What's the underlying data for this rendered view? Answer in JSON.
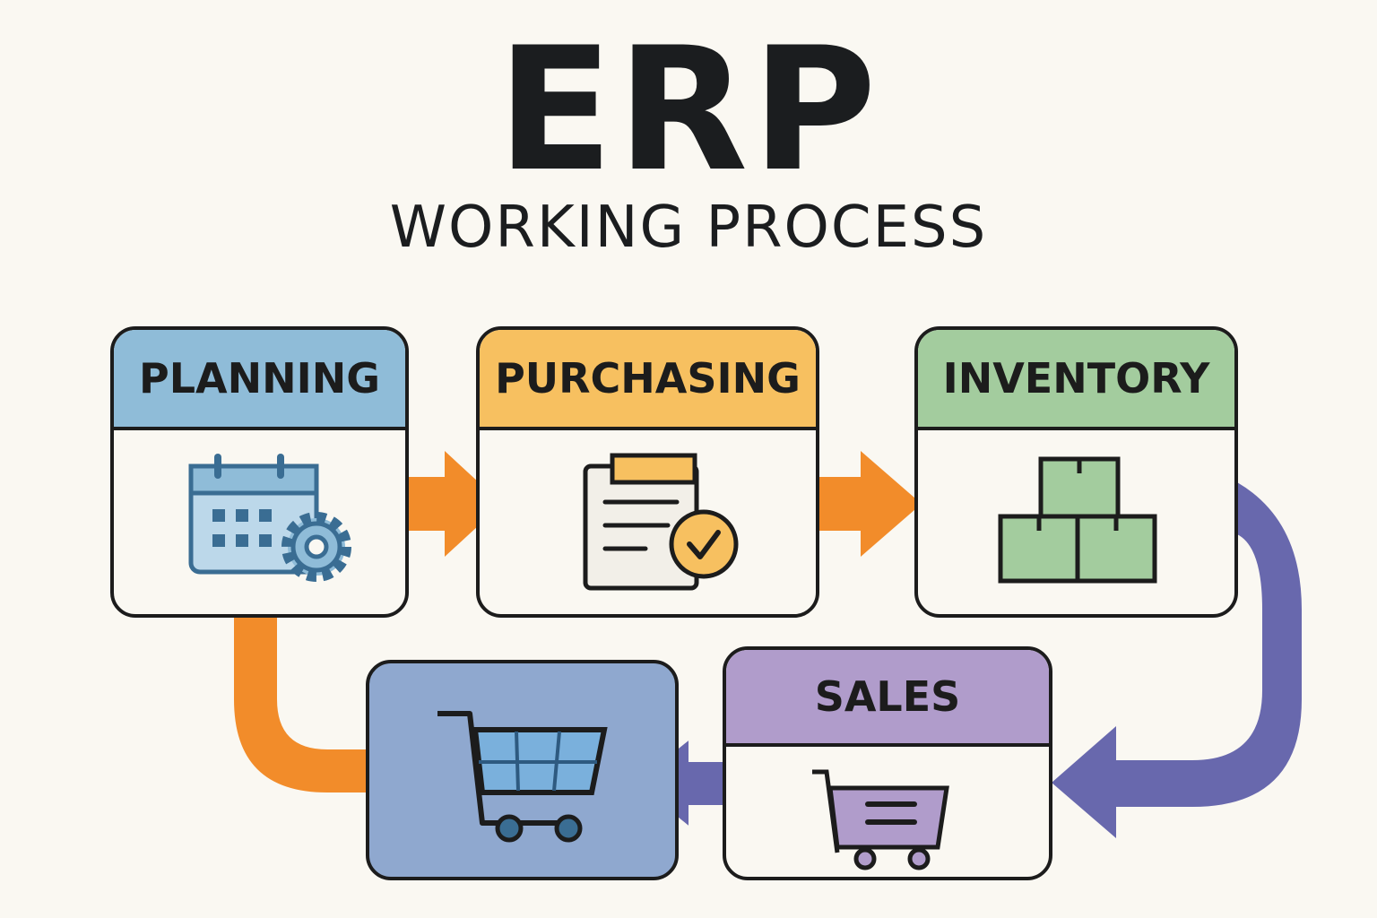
{
  "title": "ERP",
  "subtitle": "WORKING PROCESS",
  "steps": [
    {
      "label": "PLANNING",
      "color": "#8fbcd8",
      "icon": "calendar-gear-icon"
    },
    {
      "label": "PURCHASING",
      "color": "#f7c060",
      "icon": "clipboard-check-icon"
    },
    {
      "label": "INVENTORY",
      "color": "#a3cc9e",
      "icon": "boxes-icon"
    },
    {
      "label": "SALES",
      "color": "#b09ccb",
      "icon": "shopping-cart-icon"
    }
  ],
  "final_step": {
    "color": "#8fa8cf",
    "icon": "shopping-cart-icon"
  },
  "arrow_colors": {
    "orange": "#f28c2a",
    "purple": "#6868ad"
  }
}
